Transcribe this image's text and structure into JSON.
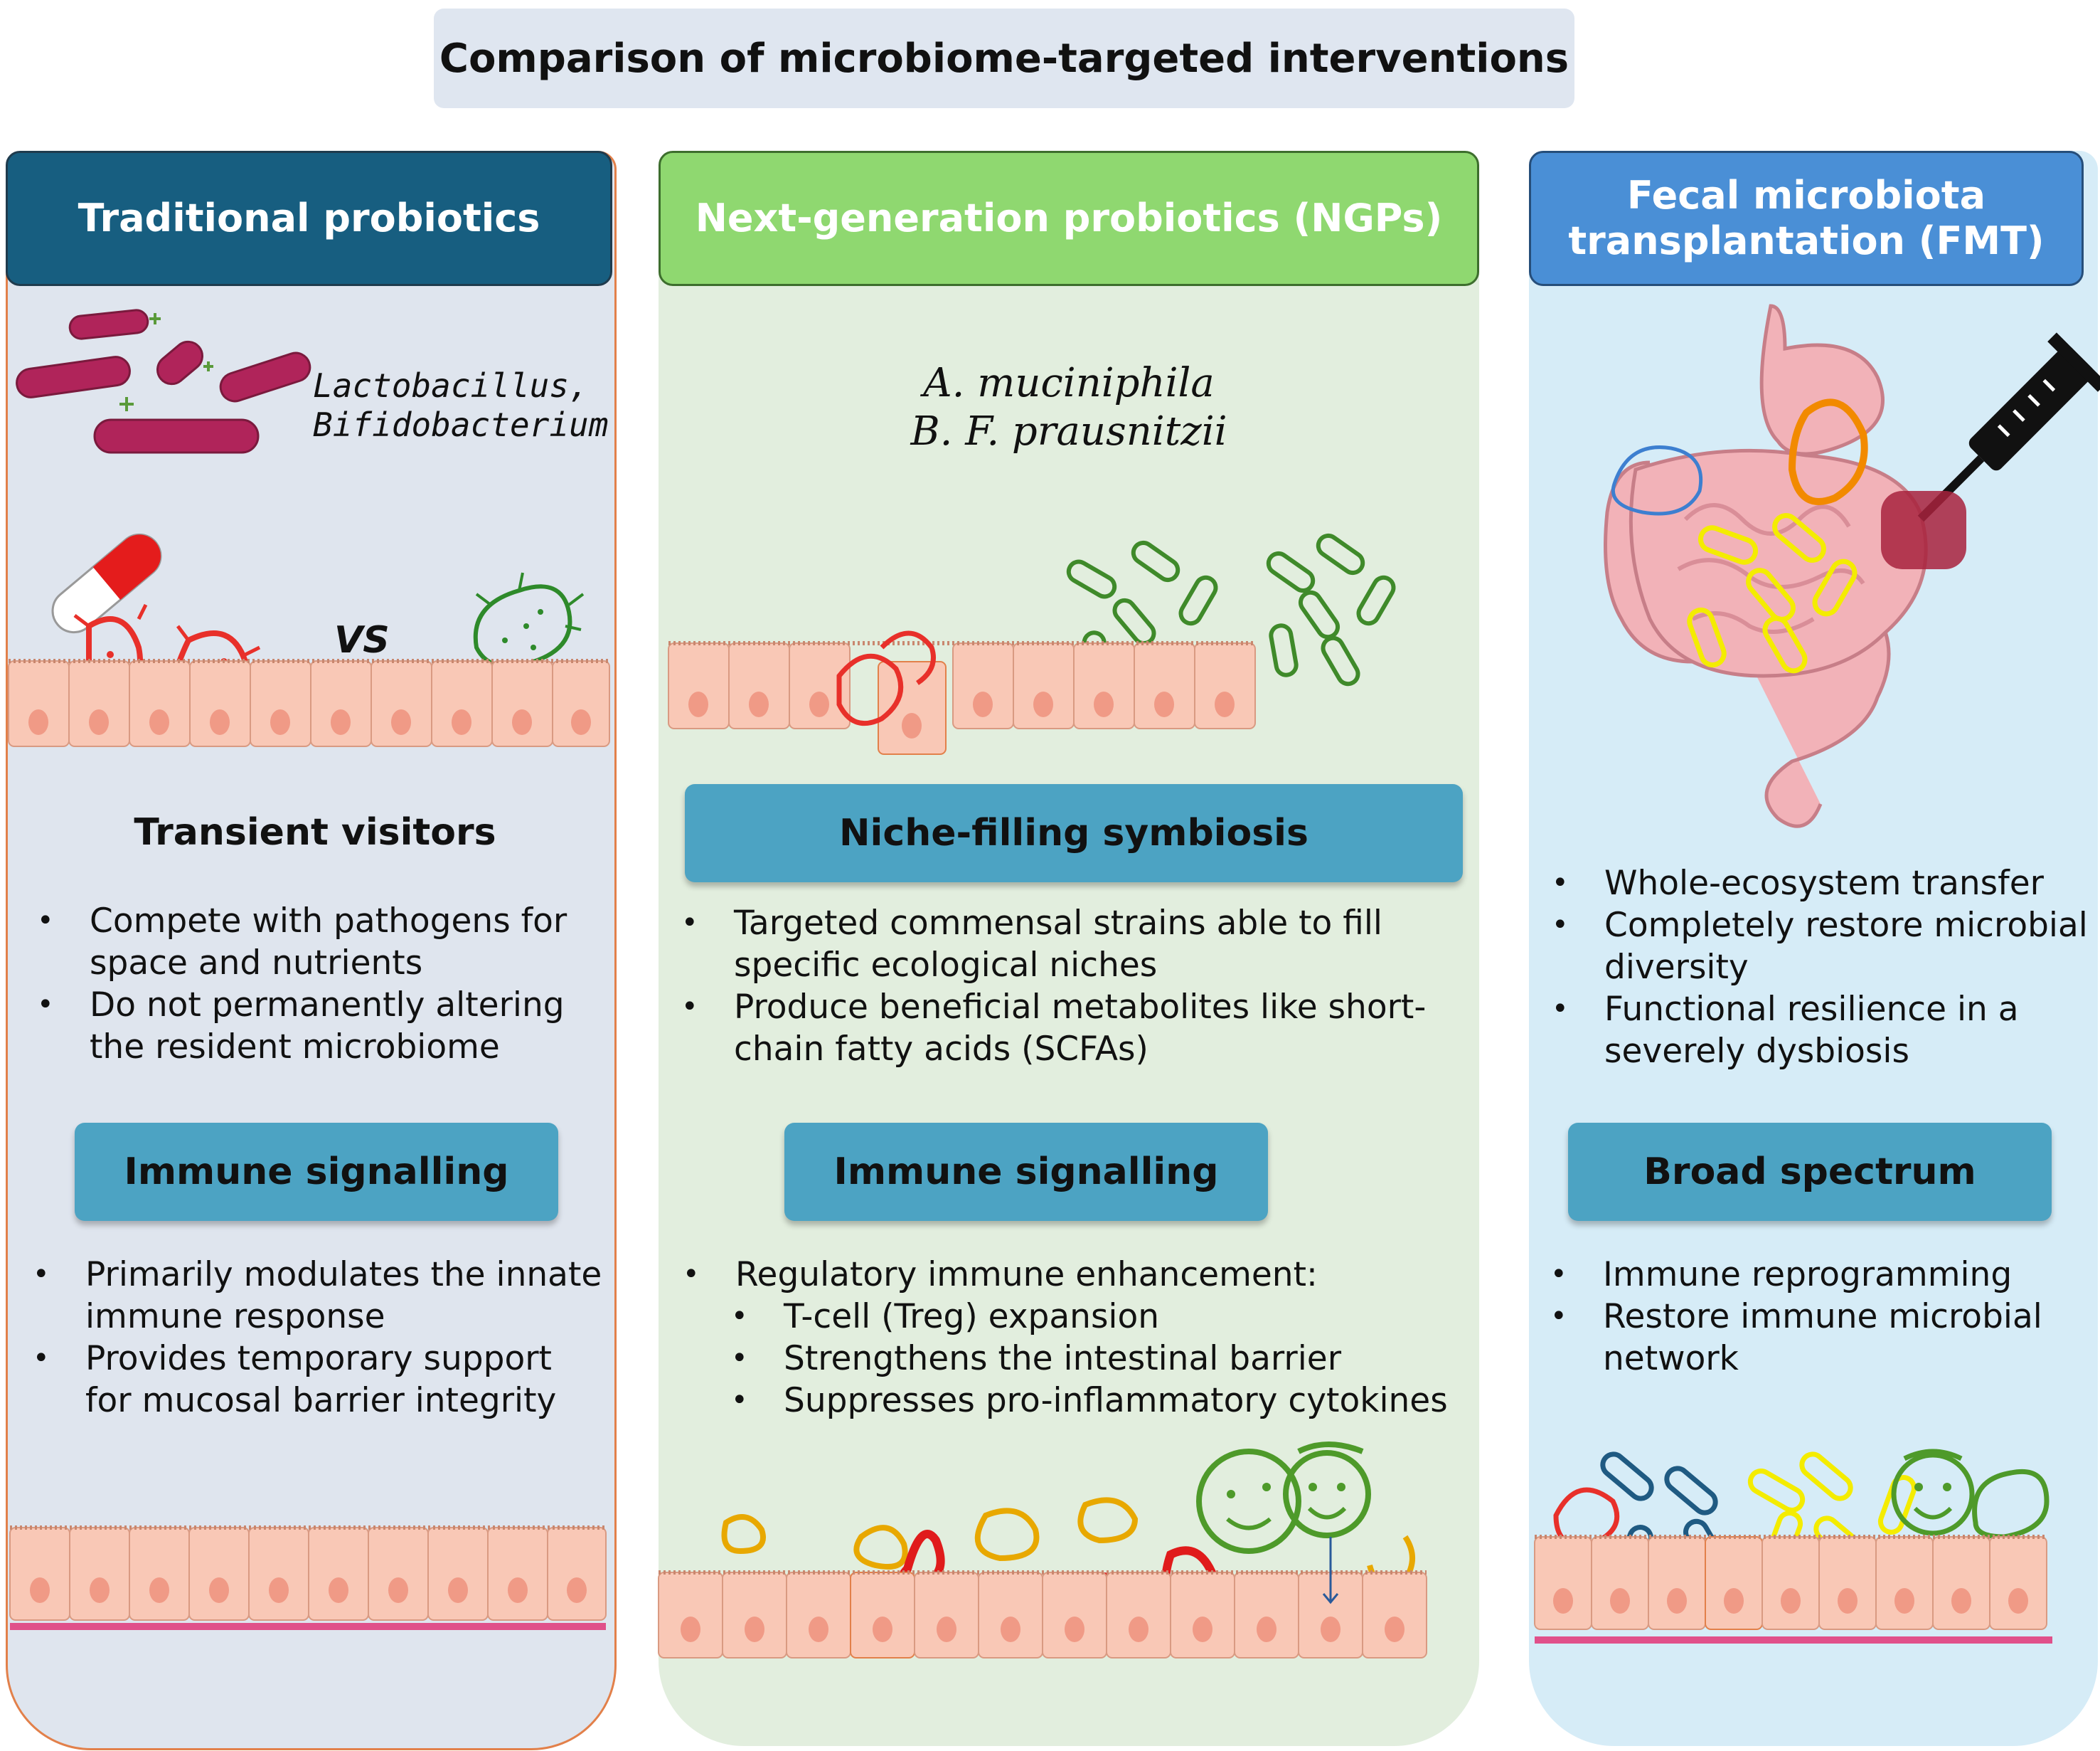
{
  "title": "Comparison of microbiome-targeted interventions",
  "columns": [
    {
      "header": "Traditional probiotics",
      "species": [
        "Lactobacillus,",
        "Bifidobacterium"
      ],
      "vs_label": "VS",
      "section1_title": "Transient visitors",
      "section1_bullets": [
        "Compete with pathogens for space and nutrients",
        "Do not permanently altering the resident microbiome"
      ],
      "section2_title": "Immune signalling",
      "section2_bullets": [
        "Primarily modulates the innate immune response",
        "Provides temporary support for mucosal barrier integrity"
      ]
    },
    {
      "header": "Next-generation probiotics (NGPs)",
      "species": [
        "A. muciniphila",
        "B. F. prausnitzii"
      ],
      "section1_title": "Niche-filling symbiosis",
      "section1_bullets": [
        "Targeted commensal strains able to fill specific ecological niches",
        "Produce beneficial metabolites like short-chain fatty acids (SCFAs)"
      ],
      "section2_title": "Immune signalling",
      "section2_lead": "Regulatory immune enhancement:",
      "section2_sub": [
        "T-cell (Treg) expansion",
        "Strengthens the intestinal barrier",
        "Suppresses pro-inflammatory cytokines"
      ]
    },
    {
      "header_line1": "Fecal microbiota",
      "header_line2": "transplantation (FMT)",
      "section1_bullets": [
        "Whole-ecosystem transfer",
        "Completely restore microbial diversity",
        "Functional resilience in a severely dysbiosis"
      ],
      "section2_title": "Broad spectrum",
      "section2_bullets": [
        "Immune reprogramming",
        "Restore immune microbial network"
      ]
    }
  ],
  "colors": {
    "traditional_header": "#175e80",
    "ngp_header": "#8fd870",
    "fmt_header": "#4a8fd6",
    "pill": "#4ca3c3",
    "epithelium": "#f9c8b6",
    "pathogen": "#e8302a",
    "commensal": "#2e8a2a"
  }
}
